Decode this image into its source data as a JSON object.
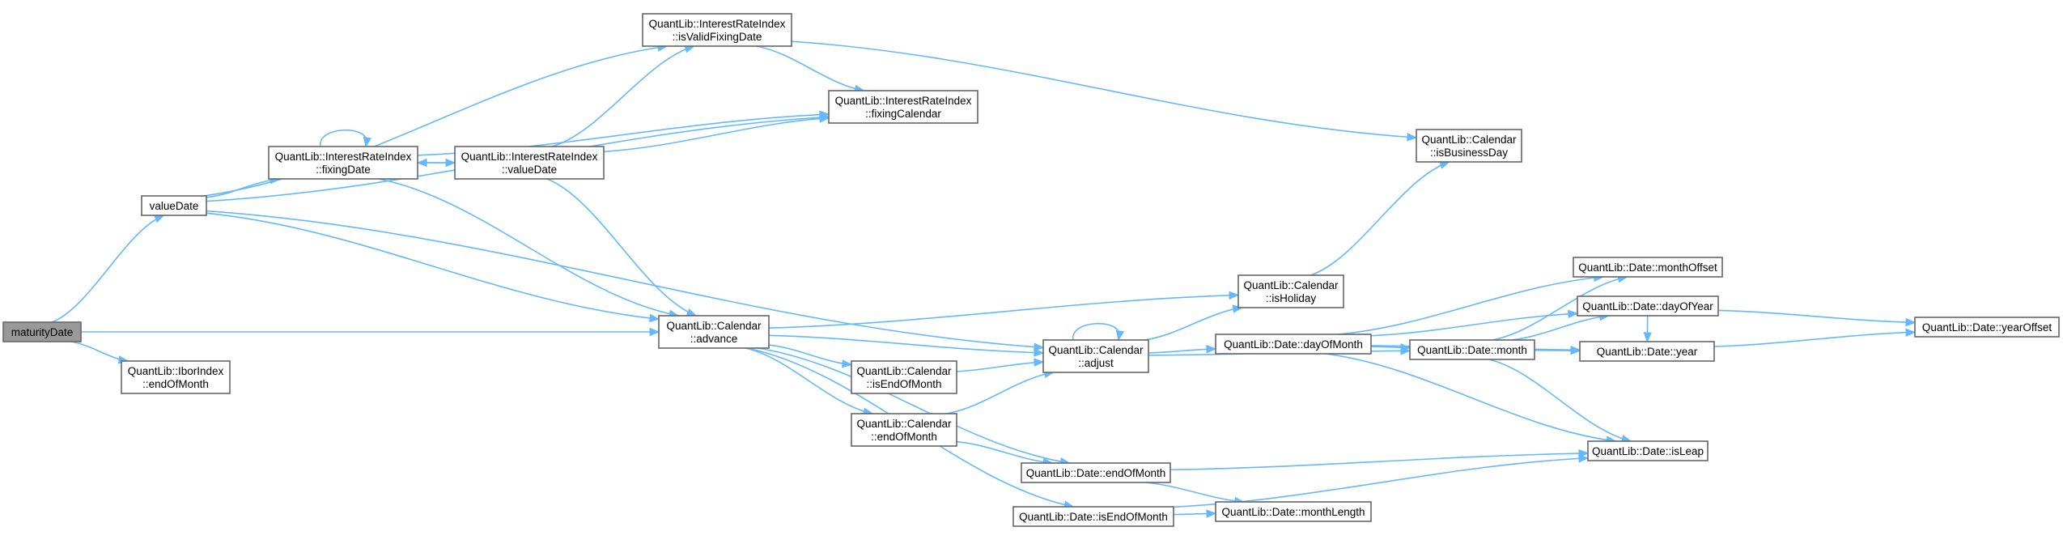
{
  "nodes": [
    {
      "id": "maturityDate",
      "lines": [
        "maturityDate"
      ],
      "root": true
    },
    {
      "id": "valueDate",
      "lines": [
        "valueDate"
      ]
    },
    {
      "id": "iborEndOfMonth",
      "lines": [
        "QuantLib::IborIndex",
        "::endOfMonth"
      ]
    },
    {
      "id": "irFixingDate",
      "lines": [
        "QuantLib::InterestRateIndex",
        "::fixingDate"
      ]
    },
    {
      "id": "irValueDate",
      "lines": [
        "QuantLib::InterestRateIndex",
        "::valueDate"
      ]
    },
    {
      "id": "irIsValidFixingDate",
      "lines": [
        "QuantLib::InterestRateIndex",
        "::isValidFixingDate"
      ]
    },
    {
      "id": "irFixingCalendar",
      "lines": [
        "QuantLib::InterestRateIndex",
        "::fixingCalendar"
      ]
    },
    {
      "id": "calAdvance",
      "lines": [
        "QuantLib::Calendar",
        "::advance"
      ]
    },
    {
      "id": "calIsEndOfMonth",
      "lines": [
        "QuantLib::Calendar",
        "::isEndOfMonth"
      ]
    },
    {
      "id": "calEndOfMonth",
      "lines": [
        "QuantLib::Calendar",
        "::endOfMonth"
      ]
    },
    {
      "id": "calAdjust",
      "lines": [
        "QuantLib::Calendar",
        "::adjust"
      ]
    },
    {
      "id": "calIsBusinessDay",
      "lines": [
        "QuantLib::Calendar",
        "::isBusinessDay"
      ]
    },
    {
      "id": "calIsHoliday",
      "lines": [
        "QuantLib::Calendar",
        "::isHoliday"
      ]
    },
    {
      "id": "dateEndOfMonth",
      "lines": [
        "QuantLib::Date::endOfMonth"
      ]
    },
    {
      "id": "dateIsEndOfMonth",
      "lines": [
        "QuantLib::Date::isEndOfMonth"
      ]
    },
    {
      "id": "dateDayOfMonth",
      "lines": [
        "QuantLib::Date::dayOfMonth"
      ]
    },
    {
      "id": "dateMonthLength",
      "lines": [
        "QuantLib::Date::monthLength"
      ]
    },
    {
      "id": "dateMonth",
      "lines": [
        "QuantLib::Date::month"
      ]
    },
    {
      "id": "dateMonthOffset",
      "lines": [
        "QuantLib::Date::monthOffset"
      ]
    },
    {
      "id": "dateDayOfYear",
      "lines": [
        "QuantLib::Date::dayOfYear"
      ]
    },
    {
      "id": "dateYear",
      "lines": [
        "QuantLib::Date::year"
      ]
    },
    {
      "id": "dateIsLeap",
      "lines": [
        "QuantLib::Date::isLeap"
      ]
    },
    {
      "id": "dateYearOffset",
      "lines": [
        "QuantLib::Date::yearOffset"
      ]
    }
  ],
  "edges": [
    [
      "maturityDate",
      "valueDate"
    ],
    [
      "maturityDate",
      "iborEndOfMonth"
    ],
    [
      "maturityDate",
      "calAdvance"
    ],
    [
      "valueDate",
      "irFixingDate"
    ],
    [
      "valueDate",
      "irIsValidFixingDate"
    ],
    [
      "valueDate",
      "irFixingCalendar"
    ],
    [
      "valueDate",
      "calAdvance"
    ],
    [
      "valueDate",
      "calAdjust"
    ],
    [
      "irFixingDate",
      "irFixingDate"
    ],
    [
      "irFixingDate",
      "irValueDate"
    ],
    [
      "irFixingDate",
      "irFixingCalendar"
    ],
    [
      "irFixingDate",
      "calAdvance"
    ],
    [
      "irValueDate",
      "irFixingDate"
    ],
    [
      "irValueDate",
      "irIsValidFixingDate"
    ],
    [
      "irValueDate",
      "irFixingCalendar"
    ],
    [
      "irValueDate",
      "calAdvance"
    ],
    [
      "irIsValidFixingDate",
      "irFixingCalendar"
    ],
    [
      "irIsValidFixingDate",
      "calIsBusinessDay"
    ],
    [
      "calAdvance",
      "calIsHoliday"
    ],
    [
      "calAdvance",
      "calAdjust"
    ],
    [
      "calAdvance",
      "calIsEndOfMonth"
    ],
    [
      "calAdvance",
      "calEndOfMonth"
    ],
    [
      "calAdvance",
      "dateEndOfMonth"
    ],
    [
      "calAdvance",
      "dateIsEndOfMonth"
    ],
    [
      "calAdjust",
      "calAdjust"
    ],
    [
      "calAdjust",
      "calIsHoliday"
    ],
    [
      "calAdjust",
      "dateDayOfMonth"
    ],
    [
      "calAdjust",
      "dateMonth"
    ],
    [
      "calIsEndOfMonth",
      "calAdjust"
    ],
    [
      "calEndOfMonth",
      "calAdjust"
    ],
    [
      "calEndOfMonth",
      "dateEndOfMonth"
    ],
    [
      "calIsHoliday",
      "calIsBusinessDay"
    ],
    [
      "dateDayOfMonth",
      "dateMonthOffset"
    ],
    [
      "dateDayOfMonth",
      "dateDayOfYear"
    ],
    [
      "dateDayOfMonth",
      "dateMonth"
    ],
    [
      "dateDayOfMonth",
      "dateYear"
    ],
    [
      "dateDayOfMonth",
      "dateIsLeap"
    ],
    [
      "dateMonth",
      "dateMonthOffset"
    ],
    [
      "dateMonth",
      "dateDayOfYear"
    ],
    [
      "dateMonth",
      "dateYear"
    ],
    [
      "dateMonth",
      "dateIsLeap"
    ],
    [
      "dateDayOfYear",
      "dateYear"
    ],
    [
      "dateDayOfYear",
      "dateYearOffset"
    ],
    [
      "dateYear",
      "dateYearOffset"
    ],
    [
      "dateEndOfMonth",
      "dateMonthLength"
    ],
    [
      "dateEndOfMonth",
      "dateIsLeap"
    ],
    [
      "dateIsEndOfMonth",
      "dateMonthLength"
    ],
    [
      "dateIsEndOfMonth",
      "dateIsLeap"
    ]
  ]
}
